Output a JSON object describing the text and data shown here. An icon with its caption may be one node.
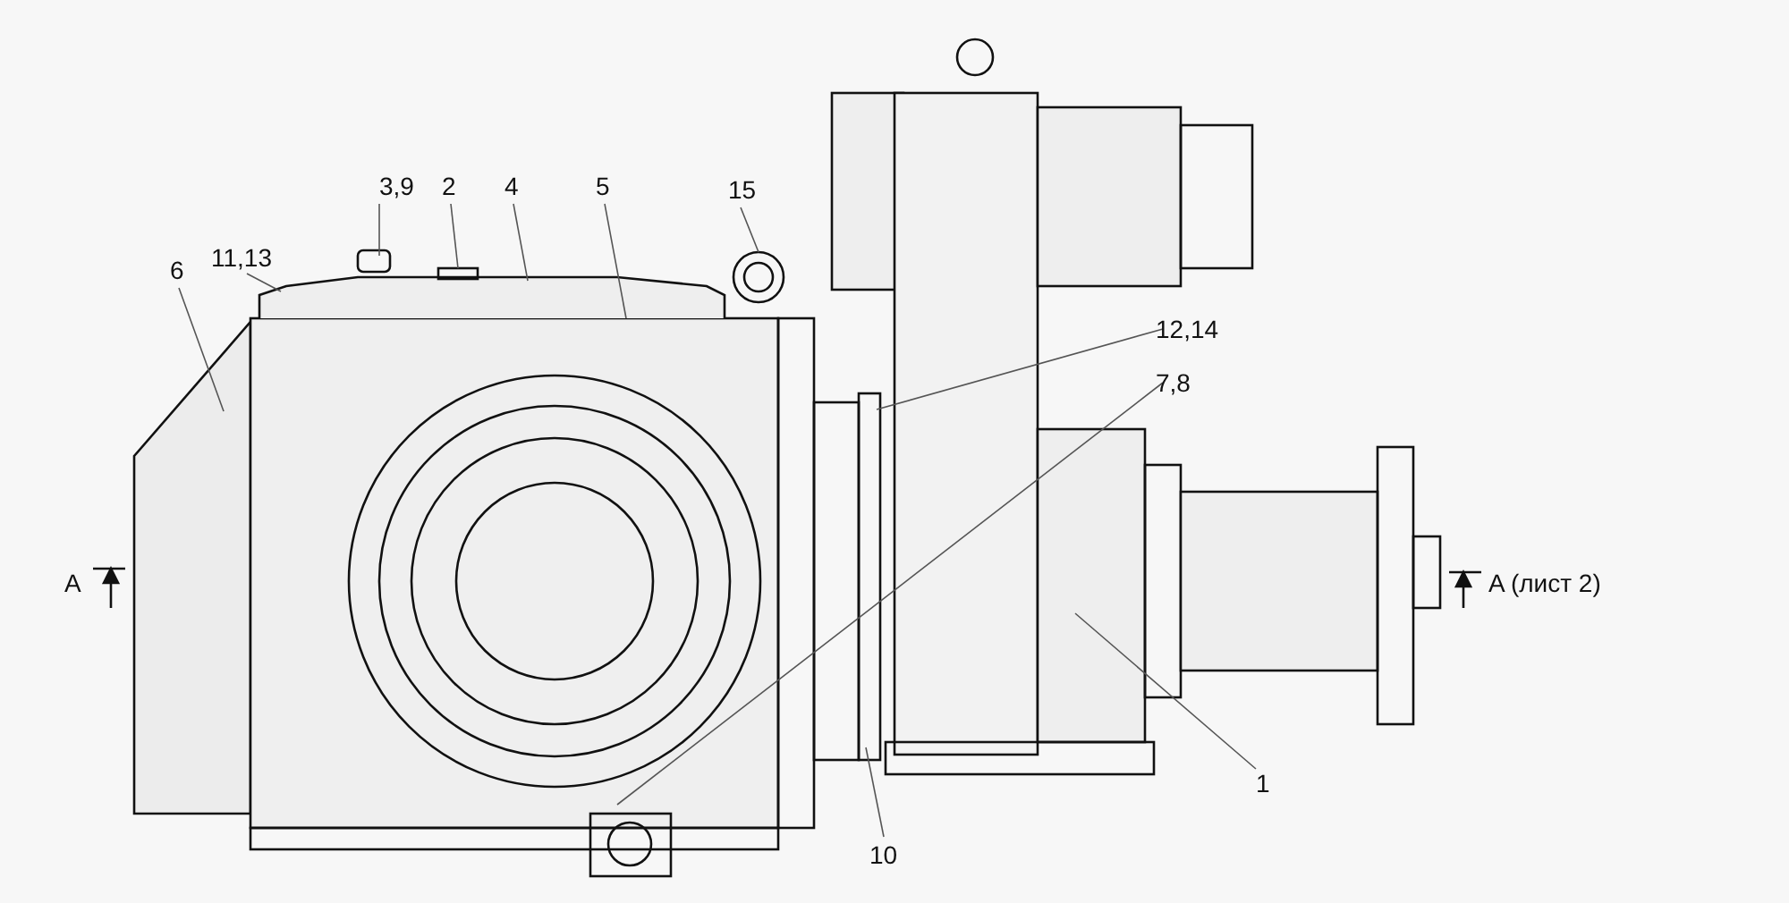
{
  "diagram": {
    "nodes": [
      {
        "text": [
          "11,13"
        ]
      },
      {
        "text": [
          "3,9"
        ]
      },
      {
        "text": [
          "2"
        ]
      },
      {
        "text": [
          "4"
        ]
      },
      {
        "text": [
          "5"
        ]
      },
      {
        "text": [
          "15"
        ]
      },
      {
        "text": [
          "6"
        ]
      },
      {
        "text": [
          "12,14"
        ]
      },
      {
        "text": [
          "7,8"
        ]
      },
      {
        "text": [
          "10"
        ]
      },
      {
        "text": [
          "1"
        ]
      }
    ],
    "edges": [
      {
        "from": 0,
        "to": null,
        "arrow": "none"
      },
      {
        "from": 1,
        "to": null,
        "arrow": "none"
      },
      {
        "from": 2,
        "to": null,
        "arrow": "none"
      },
      {
        "from": 3,
        "to": null,
        "arrow": "none"
      },
      {
        "from": 4,
        "to": null,
        "arrow": "none"
      },
      {
        "from": 5,
        "to": null,
        "arrow": "none"
      },
      {
        "from": 6,
        "to": null,
        "arrow": "none"
      },
      {
        "from": 7,
        "to": null,
        "arrow": "none"
      },
      {
        "from": 8,
        "to": null,
        "arrow": "none"
      },
      {
        "from": 9,
        "to": null,
        "arrow": "none"
      },
      {
        "from": 10,
        "to": null,
        "arrow": "none"
      }
    ],
    "labels": [
      "A",
      "A (лист 2)"
    ]
  }
}
